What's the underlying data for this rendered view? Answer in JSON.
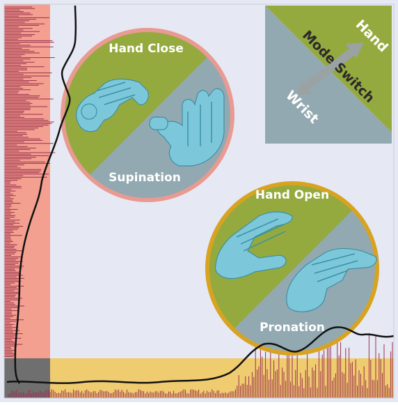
{
  "colors": {
    "background": "#e6e9f3",
    "olive": "#94aa3e",
    "slate": "#93a9b1",
    "salmon_band": "#f3a090",
    "mustard_band": "#f0cc70",
    "corner": "#6f6f6f",
    "ring_close": "#e99a92",
    "ring_open": "#d8a321",
    "hand": "#7cc8da",
    "hand_dark": "#3c8fa5",
    "signal": "#9a2d4c",
    "envelope": "#111111",
    "arrow": "#9aa2a4",
    "label": "#ffffff"
  },
  "mode_switch": {
    "title": "Mode Switch",
    "hand_label": "Hand",
    "wrist_label": "Wrist"
  },
  "close_circle": {
    "top_label": "Hand Close",
    "bottom_label": "Supination"
  },
  "open_circle": {
    "top_label": "Hand Open",
    "bottom_label": "Pronation"
  },
  "icons": [
    "hand-close-icon",
    "supination-hand-icon",
    "hand-open-icon",
    "pronation-hand-icon",
    "double-arrow-icon"
  ]
}
